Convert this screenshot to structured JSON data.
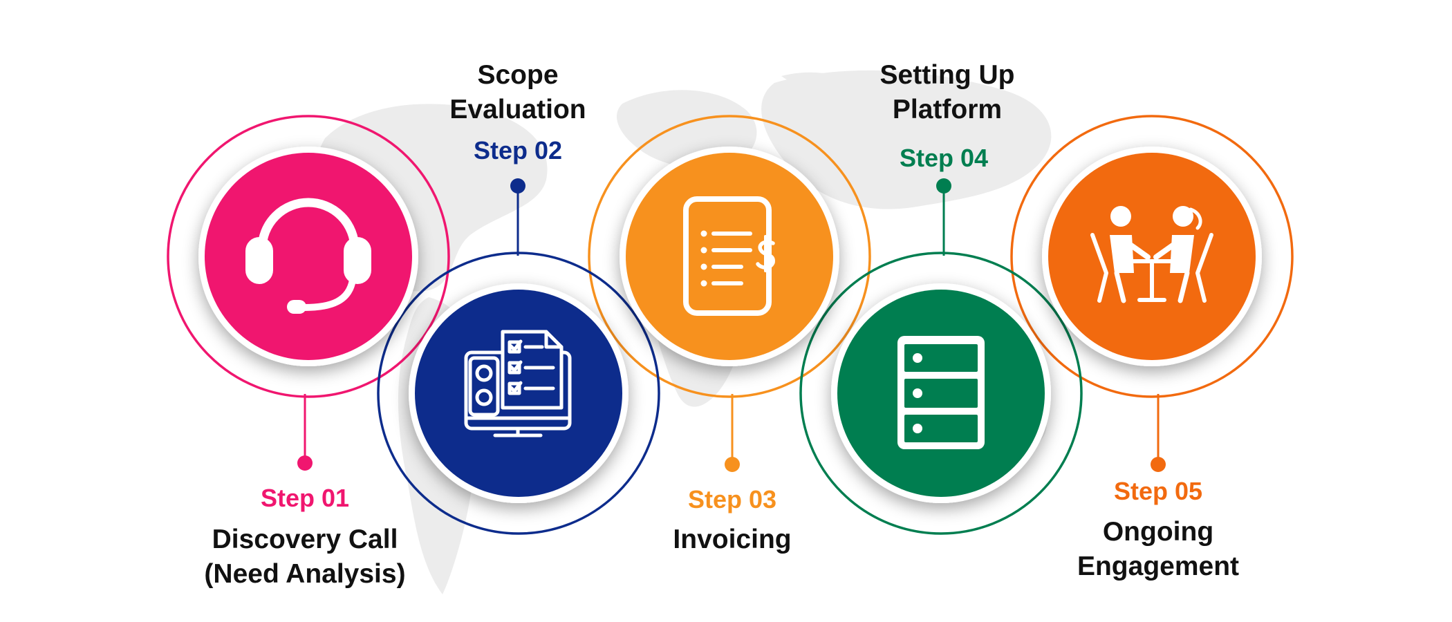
{
  "colors": {
    "step1": "#F0166F",
    "step2": "#0D2C8C",
    "step3": "#F7911E",
    "step4": "#007E50",
    "step5": "#F26A0F",
    "title": "#111111"
  },
  "steps": [
    {
      "step": "Step 01",
      "title_line1": "Discovery Call",
      "title_line2": "(Need Analysis)",
      "icon": "headset-icon"
    },
    {
      "step": "Step 02",
      "title_line1": "Scope",
      "title_line2": "Evaluation",
      "icon": "checklist-monitor-icon"
    },
    {
      "step": "Step 03",
      "title_line1": "Invoicing",
      "title_line2": "",
      "icon": "invoice-document-icon"
    },
    {
      "step": "Step 04",
      "title_line1": "Setting Up",
      "title_line2": "Platform",
      "icon": "server-icon"
    },
    {
      "step": "Step 05",
      "title_line1": "Ongoing",
      "title_line2": "Engagement",
      "icon": "meeting-people-icon"
    }
  ]
}
